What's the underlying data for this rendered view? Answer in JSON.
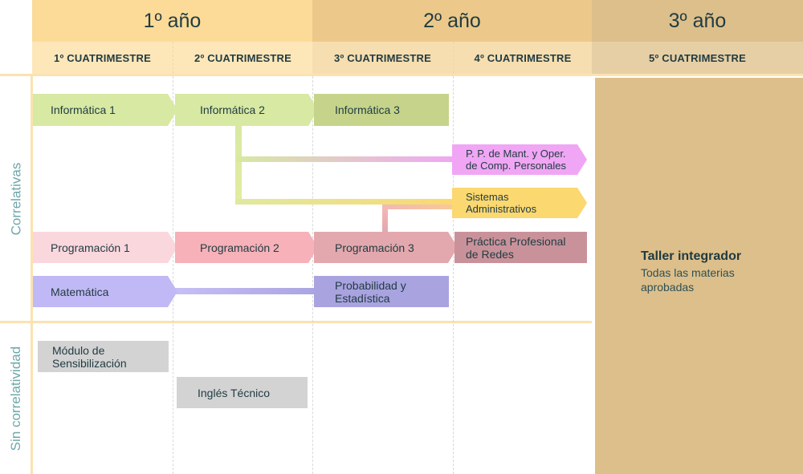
{
  "years": [
    {
      "label": "1º año",
      "color": "#fcdb98"
    },
    {
      "label": "2º año",
      "color": "#ecc98a"
    },
    {
      "label": "3º año",
      "color": "#ddbf8b"
    }
  ],
  "semesters": [
    {
      "label": "1º CUATRIMESTRE"
    },
    {
      "label": "2º CUATRIMESTRE"
    },
    {
      "label": "3º CUATRIMESTRE"
    },
    {
      "label": "4º CUATRIMESTRE"
    },
    {
      "label": "5º CUATRIMESTRE"
    }
  ],
  "side_labels": {
    "correlativas": "Correlativas",
    "sin_correlatividad": "Sin correlatividad"
  },
  "subjects": {
    "informatica_1": "Informática 1",
    "informatica_2": "Informática 2",
    "informatica_3": "Informática 3",
    "pp_mant": "P. P. de Mant. y Oper.\nde Comp. Personales",
    "sistemas_admin": "Sistemas\nAdministrativos",
    "programacion_1": "Programación 1",
    "programacion_2": "Programación 2",
    "programacion_3": "Programación 3",
    "practica_redes": "Práctica Profesional\nde Redes",
    "matematica": "Matemática",
    "probabilidad": "Probabilidad y\nEstadística",
    "modulo_sensibilizacion": "Módulo de\nSensibilización",
    "ingles_tecnico": "Inglés Técnico"
  },
  "taller": {
    "title": "Taller integrador",
    "subtitle": "Todas las materias\naprobadas"
  },
  "colors": {
    "informatica": "#d7e9a2",
    "informatica_3": "#c5d48a",
    "pp_mant": "#f0a6f4",
    "sistemas": "#fbd870",
    "programacion_1": "#fad7dd",
    "programacion_2": "#f7b1b8",
    "programacion_3": "#e3a8ad",
    "practica_redes": "#c9929b",
    "matematica": "#c1b9f5",
    "probabilidad": "#a9a3e0",
    "sin_correlatividad": "#d3d3d3",
    "taller": "#ddbf8b",
    "side_label": "#6ea7a9"
  }
}
